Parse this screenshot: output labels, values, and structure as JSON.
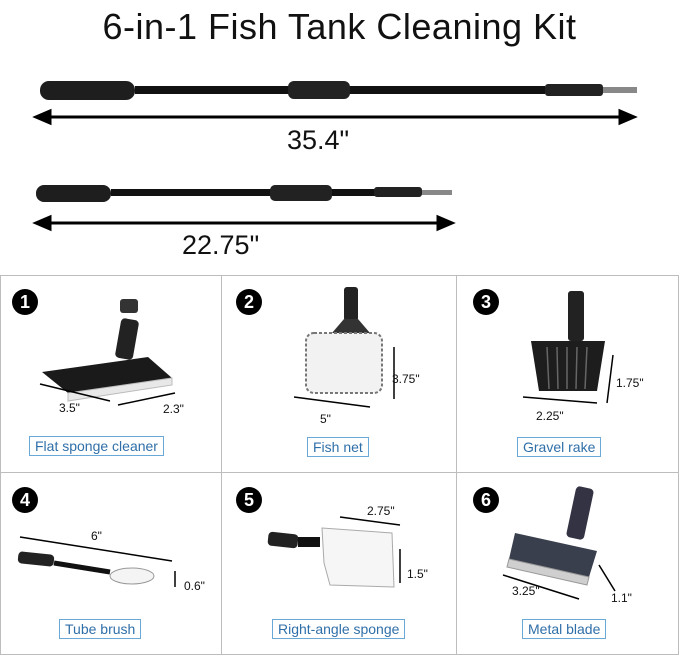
{
  "title": "6-in-1 Fish Tank Cleaning Kit",
  "measurements": {
    "long_pole": "35.4\"",
    "short_pole": "22.75\""
  },
  "tools": [
    {
      "number": "1",
      "name": "Flat sponge cleaner",
      "dim_a": "3.5\"",
      "dim_b": "2.3\""
    },
    {
      "number": "2",
      "name": "Fish net",
      "dim_a": "5\"",
      "dim_b": "3.75\""
    },
    {
      "number": "3",
      "name": "Gravel rake",
      "dim_a": "2.25\"",
      "dim_b": "1.75\""
    },
    {
      "number": "4",
      "name": "Tube brush",
      "dim_a": "6\"",
      "dim_b": "0.6\""
    },
    {
      "number": "5",
      "name": "Right-angle sponge",
      "dim_a": "2.75\"",
      "dim_b": "1.5\""
    },
    {
      "number": "6",
      "name": "Metal blade",
      "dim_a": "3.25\"",
      "dim_b": "1.1\""
    }
  ]
}
